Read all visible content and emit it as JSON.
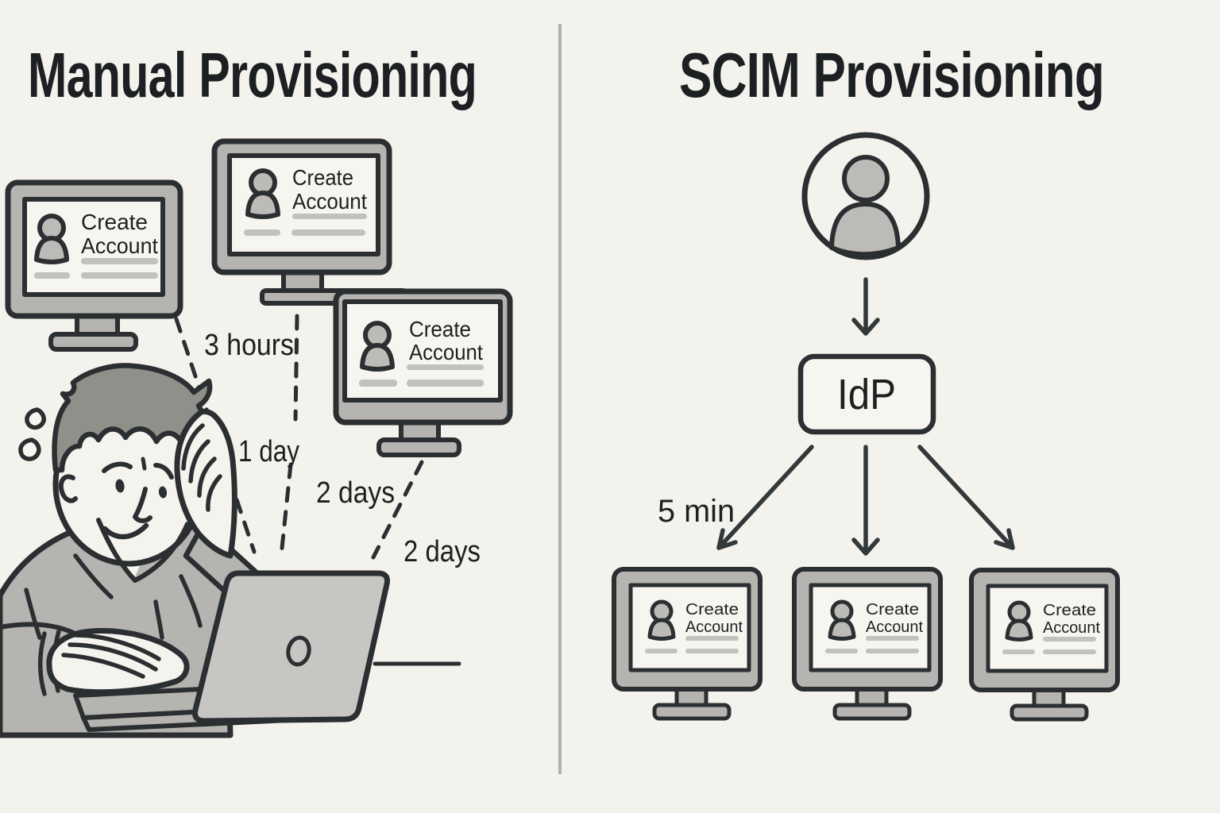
{
  "colors": {
    "background": "#f4f2ec",
    "outline": "#2b2f31",
    "monitor_bezel_gray": "#b5b4b1",
    "screen_white": "#f7f5f0",
    "placeholder_bar_gray": "#c3c1bc",
    "icon_fill_gray": "#bcbbb8",
    "divider_gray": "#b1b0ac",
    "hair_gray": "#90908b"
  },
  "icons": {
    "monitor_screen_icon": "user-silhouette-icon",
    "avatar": "user-in-circle-icon",
    "sweat": "sweat-drops-icon",
    "flow_arrow": "down-arrow-icon"
  },
  "left_panel": {
    "title": "Manual Provisioning",
    "monitors": [
      {
        "label_line1": "Create",
        "label_line2": "Account"
      },
      {
        "label_line1": "Create",
        "label_line2": "Account"
      },
      {
        "label_line1": "Create",
        "label_line2": "Account"
      }
    ],
    "time_labels": [
      "3 hours",
      "1 day",
      "2 days",
      "2 days"
    ]
  },
  "right_panel": {
    "title": "SCIM Provisioning",
    "idp_box_label": "IdP",
    "time_label": "5 min",
    "monitors": [
      {
        "label_line1": "Create",
        "label_line2": "Account"
      },
      {
        "label_line1": "Create",
        "label_line2": "Account"
      },
      {
        "label_line1": "Create",
        "label_line2": "Account"
      }
    ]
  }
}
